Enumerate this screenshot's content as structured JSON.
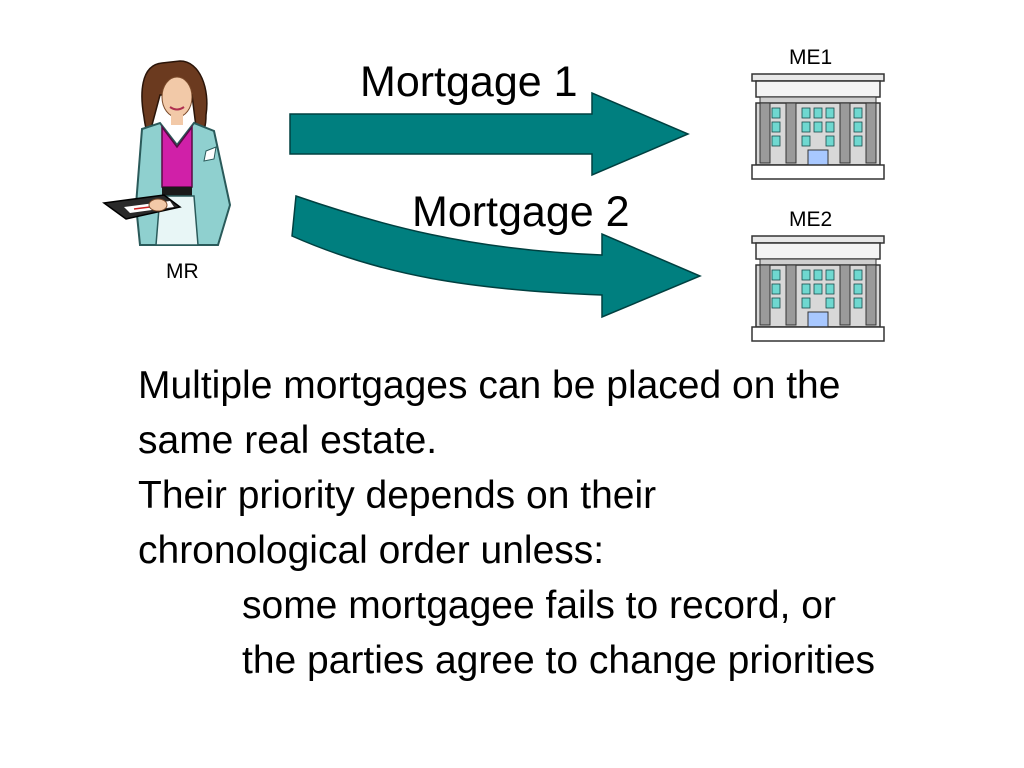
{
  "colors": {
    "arrow_fill": "#007f7f",
    "jacket": "#8fd0cf",
    "blouse": "#d020a8",
    "building_stone": "#d8d8d8",
    "building_window": "#6fd8d0",
    "door": "#a8c8ff"
  },
  "diagram": {
    "mortgagor_label": "MR",
    "mortgagees": [
      {
        "label": "ME1"
      },
      {
        "label": "ME2"
      }
    ],
    "arrows": [
      {
        "label": "Mortgage 1"
      },
      {
        "label": "Mortgage 2"
      }
    ]
  },
  "text": {
    "lines": [
      "Multiple mortgages can be placed on the",
      "same real estate.",
      "Their priority depends on their",
      "chronological order unless:",
      "some mortgagee fails to record, or",
      "the parties agree to change priorities"
    ]
  }
}
